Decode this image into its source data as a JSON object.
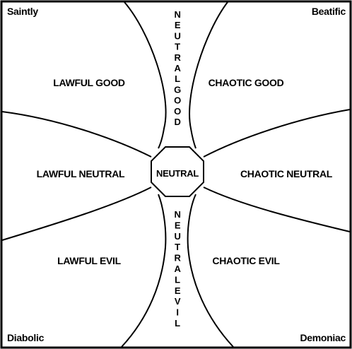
{
  "corners": {
    "top_left": "Saintly",
    "top_right": "Beatific",
    "bottom_left": "Diabolic",
    "bottom_right": "Demoniac"
  },
  "regions": {
    "lawful_good": "LAWFUL GOOD",
    "chaotic_good": "CHAOTIC GOOD",
    "lawful_neutral": "LAWFUL NEUTRAL",
    "neutral": "NEUTRAL",
    "chaotic_neutral": "CHAOTIC NEUTRAL",
    "lawful_evil": "LAWFUL EVIL",
    "chaotic_evil": "CHAOTIC EVIL"
  },
  "vertical_labels": {
    "neutral_good": "NEUTRAL GOOD",
    "neutral_evil": "NEUTRAL EVIL"
  },
  "colors": {
    "line": "#000000",
    "background": "#ffffff"
  }
}
